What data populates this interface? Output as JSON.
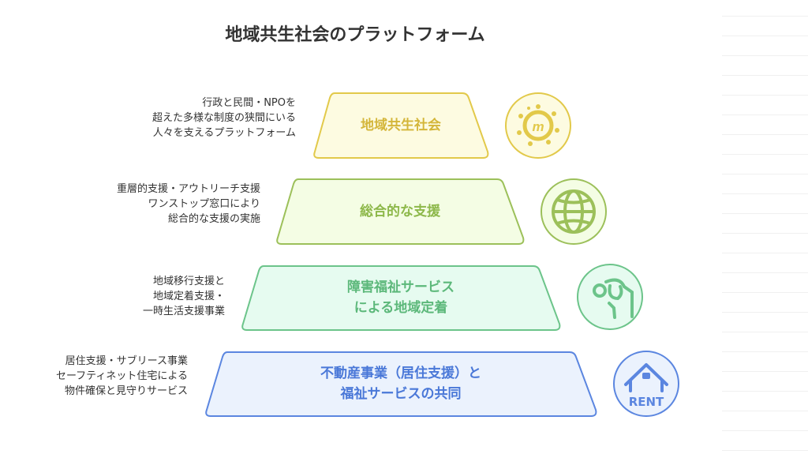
{
  "title": "地域共生社会のプラットフォーム",
  "levels": [
    {
      "label": "地域共生社会",
      "desc": [
        "行政と民間・NPOを",
        "超えた多様な制度の狭間にいる",
        "人々を支えるプラットフォーム"
      ],
      "icon": "community-icon",
      "fill": "#fdfbe1",
      "stroke": "#e2c94a",
      "text_color": "#d4b63a"
    },
    {
      "label": "総合的な支援",
      "desc": [
        "重層的支援・アウトリーチ支援",
        "ワンストップ窓口により",
        "総合的な支援の実施"
      ],
      "icon": "globe-icon",
      "fill": "#f4fde4",
      "stroke": "#9cc05a",
      "text_color": "#8db84a"
    },
    {
      "label": "障害福祉サービス\nによる地域定着",
      "label_lines": [
        "障害福祉サービス",
        "による地域定着"
      ],
      "desc": [
        "地域移行支援と",
        "地域定着支援・",
        "一時生活支援事業"
      ],
      "icon": "hand-flower-icon",
      "fill": "#e6fbf0",
      "stroke": "#6cc48a",
      "text_color": "#5cb87a"
    },
    {
      "label_lines": [
        "不動産事業（居住支援）と",
        "福祉サービスの共同"
      ],
      "desc": [
        "居住支援・サブリース事業",
        "セーフティネット住宅による",
        "物件確保と見守りサービス"
      ],
      "icon": "rent-house-icon",
      "icon_text": "RENT",
      "fill": "#ebf2fd",
      "stroke": "#5b86e0",
      "text_color": "#4a78d8"
    }
  ]
}
